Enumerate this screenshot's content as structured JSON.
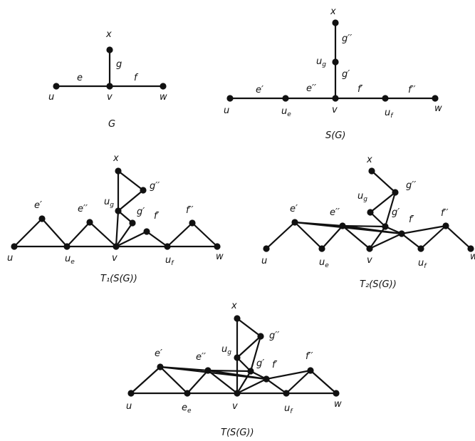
{
  "colors": {
    "ink": "#111111",
    "background": "#ffffff"
  },
  "graphs": [
    {
      "id": "G",
      "caption": "G",
      "nodes": [
        {
          "id": "x",
          "label": "x"
        },
        {
          "id": "v",
          "label": "v"
        },
        {
          "id": "u",
          "label": "u"
        },
        {
          "id": "w",
          "label": "w"
        }
      ],
      "edge_labels": [
        {
          "id": "e",
          "label": "e"
        },
        {
          "id": "g",
          "label": "g"
        },
        {
          "id": "f",
          "label": "f"
        }
      ],
      "edges": [
        [
          "u",
          "v"
        ],
        [
          "v",
          "w"
        ],
        [
          "v",
          "x"
        ]
      ]
    },
    {
      "id": "SG",
      "caption": "S(G)",
      "nodes": [
        {
          "id": "x",
          "label": "x"
        },
        {
          "id": "ug",
          "label": "u",
          "sub": "g"
        },
        {
          "id": "v",
          "label": "v"
        },
        {
          "id": "u",
          "label": "u"
        },
        {
          "id": "ue",
          "label": "u",
          "sub": "e"
        },
        {
          "id": "uf",
          "label": "u",
          "sub": "f"
        },
        {
          "id": "w",
          "label": "w"
        }
      ],
      "edge_labels": [
        {
          "id": "e1",
          "label": "e′"
        },
        {
          "id": "e2",
          "label": "e′′"
        },
        {
          "id": "f1",
          "label": "f′"
        },
        {
          "id": "f2",
          "label": "f′′"
        },
        {
          "id": "g1",
          "label": "g′"
        },
        {
          "id": "g2",
          "label": "g′′"
        }
      ],
      "edges": [
        [
          "u",
          "ue"
        ],
        [
          "ue",
          "v"
        ],
        [
          "v",
          "uf"
        ],
        [
          "uf",
          "w"
        ],
        [
          "v",
          "ug"
        ],
        [
          "ug",
          "x"
        ]
      ]
    },
    {
      "id": "T1",
      "caption": "T₁(S(G))",
      "nodes": [
        {
          "id": "u",
          "label": "u"
        },
        {
          "id": "ue",
          "label": "u",
          "sub": "e"
        },
        {
          "id": "v",
          "label": "v"
        },
        {
          "id": "uf",
          "label": "u",
          "sub": "f"
        },
        {
          "id": "w",
          "label": "w"
        },
        {
          "id": "ug",
          "label": "u",
          "sub": "g"
        },
        {
          "id": "x",
          "label": "x"
        },
        {
          "id": "e1",
          "label": "e′"
        },
        {
          "id": "e2",
          "label": "e′′"
        },
        {
          "id": "f1",
          "label": "f′"
        },
        {
          "id": "f2",
          "label": "f′′"
        },
        {
          "id": "g1",
          "label": "g′"
        },
        {
          "id": "g2",
          "label": "g′′"
        }
      ],
      "edges": [
        [
          "u",
          "ue"
        ],
        [
          "ue",
          "v"
        ],
        [
          "v",
          "uf"
        ],
        [
          "uf",
          "w"
        ],
        [
          "v",
          "ug"
        ],
        [
          "ug",
          "x"
        ],
        [
          "u",
          "e1"
        ],
        [
          "e1",
          "ue"
        ],
        [
          "ue",
          "e2"
        ],
        [
          "e2",
          "v"
        ],
        [
          "v",
          "f1"
        ],
        [
          "f1",
          "uf"
        ],
        [
          "uf",
          "f2"
        ],
        [
          "f2",
          "w"
        ],
        [
          "v",
          "g1"
        ],
        [
          "g1",
          "ug"
        ],
        [
          "ug",
          "g2"
        ],
        [
          "g2",
          "x"
        ]
      ]
    },
    {
      "id": "T2",
      "caption": "T₂(S(G))",
      "nodes": [
        {
          "id": "u",
          "label": "u"
        },
        {
          "id": "ue",
          "label": "u",
          "sub": "e"
        },
        {
          "id": "v",
          "label": "v"
        },
        {
          "id": "uf",
          "label": "u",
          "sub": "f"
        },
        {
          "id": "w",
          "label": "w"
        },
        {
          "id": "ug",
          "label": "u",
          "sub": "g"
        },
        {
          "id": "x",
          "label": "x"
        },
        {
          "id": "e1",
          "label": "e′"
        },
        {
          "id": "e2",
          "label": "e′′"
        },
        {
          "id": "f1",
          "label": "f′"
        },
        {
          "id": "f2",
          "label": "f′′"
        },
        {
          "id": "g1",
          "label": "g′"
        },
        {
          "id": "g2",
          "label": "g′′"
        }
      ],
      "edges": [
        [
          "u",
          "e1"
        ],
        [
          "e1",
          "ue"
        ],
        [
          "ue",
          "e2"
        ],
        [
          "e2",
          "v"
        ],
        [
          "v",
          "f1"
        ],
        [
          "f1",
          "uf"
        ],
        [
          "uf",
          "f2"
        ],
        [
          "f2",
          "w"
        ],
        [
          "v",
          "g1"
        ],
        [
          "g1",
          "ug"
        ],
        [
          "ug",
          "g2"
        ],
        [
          "g2",
          "x"
        ],
        [
          "e1",
          "e2"
        ],
        [
          "e2",
          "f1"
        ],
        [
          "f1",
          "f2"
        ],
        [
          "e2",
          "g1"
        ],
        [
          "g1",
          "f1"
        ],
        [
          "g1",
          "g2"
        ],
        [
          "e1",
          "f1"
        ]
      ]
    },
    {
      "id": "T",
      "caption": "T(S(G))",
      "nodes": [
        {
          "id": "u",
          "label": "u"
        },
        {
          "id": "ue",
          "label": "e",
          "sub": "e"
        },
        {
          "id": "v",
          "label": "v"
        },
        {
          "id": "uf",
          "label": "u",
          "sub": "f"
        },
        {
          "id": "w",
          "label": "w"
        },
        {
          "id": "ug",
          "label": "u",
          "sub": "g"
        },
        {
          "id": "x",
          "label": "x"
        },
        {
          "id": "e1",
          "label": "e′"
        },
        {
          "id": "e2",
          "label": "e′′"
        },
        {
          "id": "f1",
          "label": "f′"
        },
        {
          "id": "f2",
          "label": "f′′"
        },
        {
          "id": "g1",
          "label": "g′"
        },
        {
          "id": "g2",
          "label": "g′′"
        }
      ],
      "edges": [
        [
          "u",
          "ue"
        ],
        [
          "ue",
          "v"
        ],
        [
          "v",
          "uf"
        ],
        [
          "uf",
          "w"
        ],
        [
          "v",
          "ug"
        ],
        [
          "ug",
          "x"
        ],
        [
          "u",
          "e1"
        ],
        [
          "e1",
          "ue"
        ],
        [
          "ue",
          "e2"
        ],
        [
          "e2",
          "v"
        ],
        [
          "v",
          "f1"
        ],
        [
          "f1",
          "uf"
        ],
        [
          "uf",
          "f2"
        ],
        [
          "f2",
          "w"
        ],
        [
          "v",
          "g1"
        ],
        [
          "g1",
          "ug"
        ],
        [
          "ug",
          "g2"
        ],
        [
          "g2",
          "x"
        ],
        [
          "e1",
          "e2"
        ],
        [
          "e2",
          "f1"
        ],
        [
          "f1",
          "f2"
        ],
        [
          "e2",
          "g1"
        ],
        [
          "g1",
          "f1"
        ],
        [
          "g1",
          "g2"
        ],
        [
          "e1",
          "f1"
        ]
      ]
    }
  ]
}
